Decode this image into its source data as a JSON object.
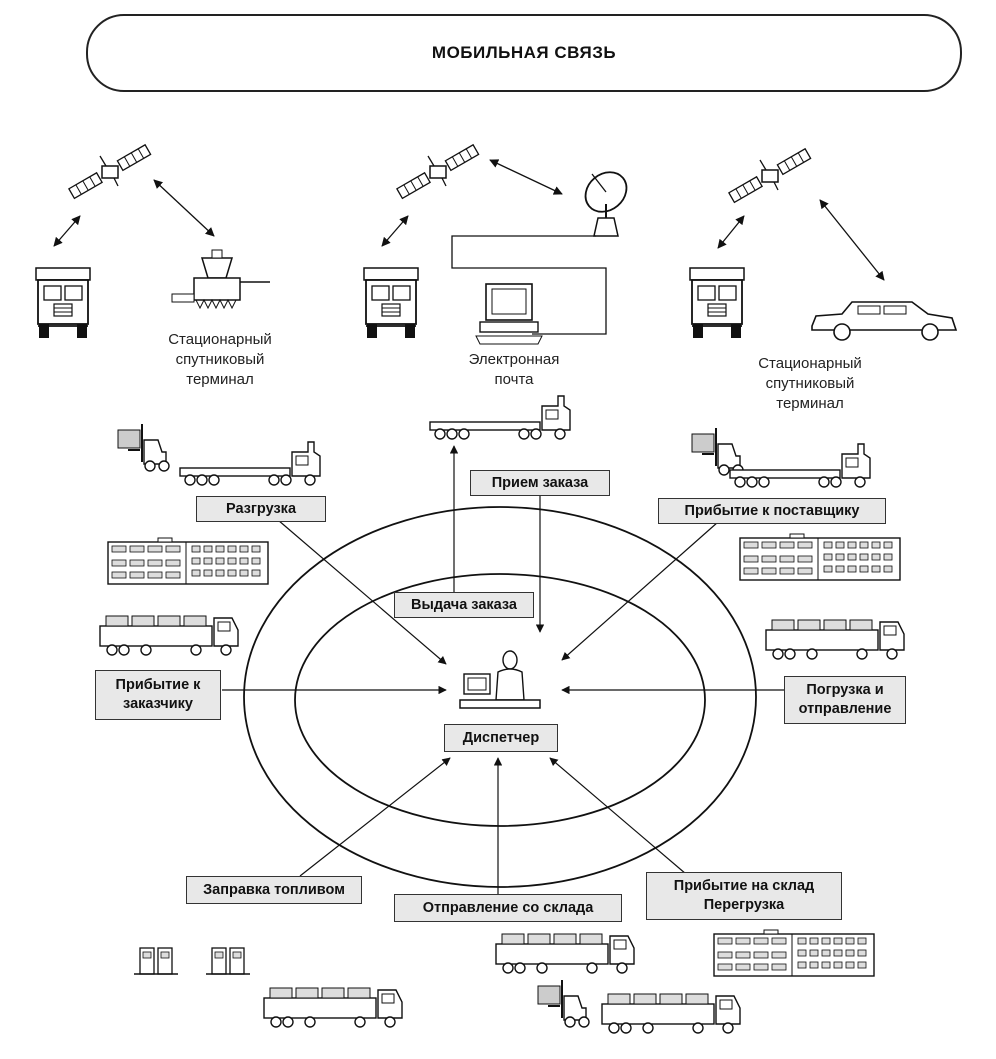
{
  "title": "МОБИЛЬНАЯ СВЯЗЬ",
  "captions": {
    "stationary_left": "Стационарный\nспутниковый\nтерминал",
    "email": "Электронная\nпочта",
    "stationary_right": "Стационарный\nспутниковый\nтерминал"
  },
  "labels": {
    "unloading": "Разгрузка",
    "order_receipt": "Прием заказа",
    "arrival_supplier": "Прибытие к поставщику",
    "order_issue": "Выдача заказа",
    "arrival_customer": "Прибытие к\nзаказчику",
    "loading_dispatch": "Погрузка и\nотправление",
    "dispatcher": "Диспетчер",
    "refueling": "Заправка топливом",
    "warehouse_departure": "Отправление со склада",
    "warehouse_arrival": "Прибытие на склад\nПерегрузка"
  },
  "icons": [
    "satellite-icon",
    "truck-front-icon",
    "satellite-terminal-icon",
    "satellite-dish-icon",
    "computer-icon",
    "car-icon",
    "truck-icon",
    "forklift-icon",
    "building-icon",
    "fuel-pump-icon",
    "dispatcher-icon"
  ]
}
